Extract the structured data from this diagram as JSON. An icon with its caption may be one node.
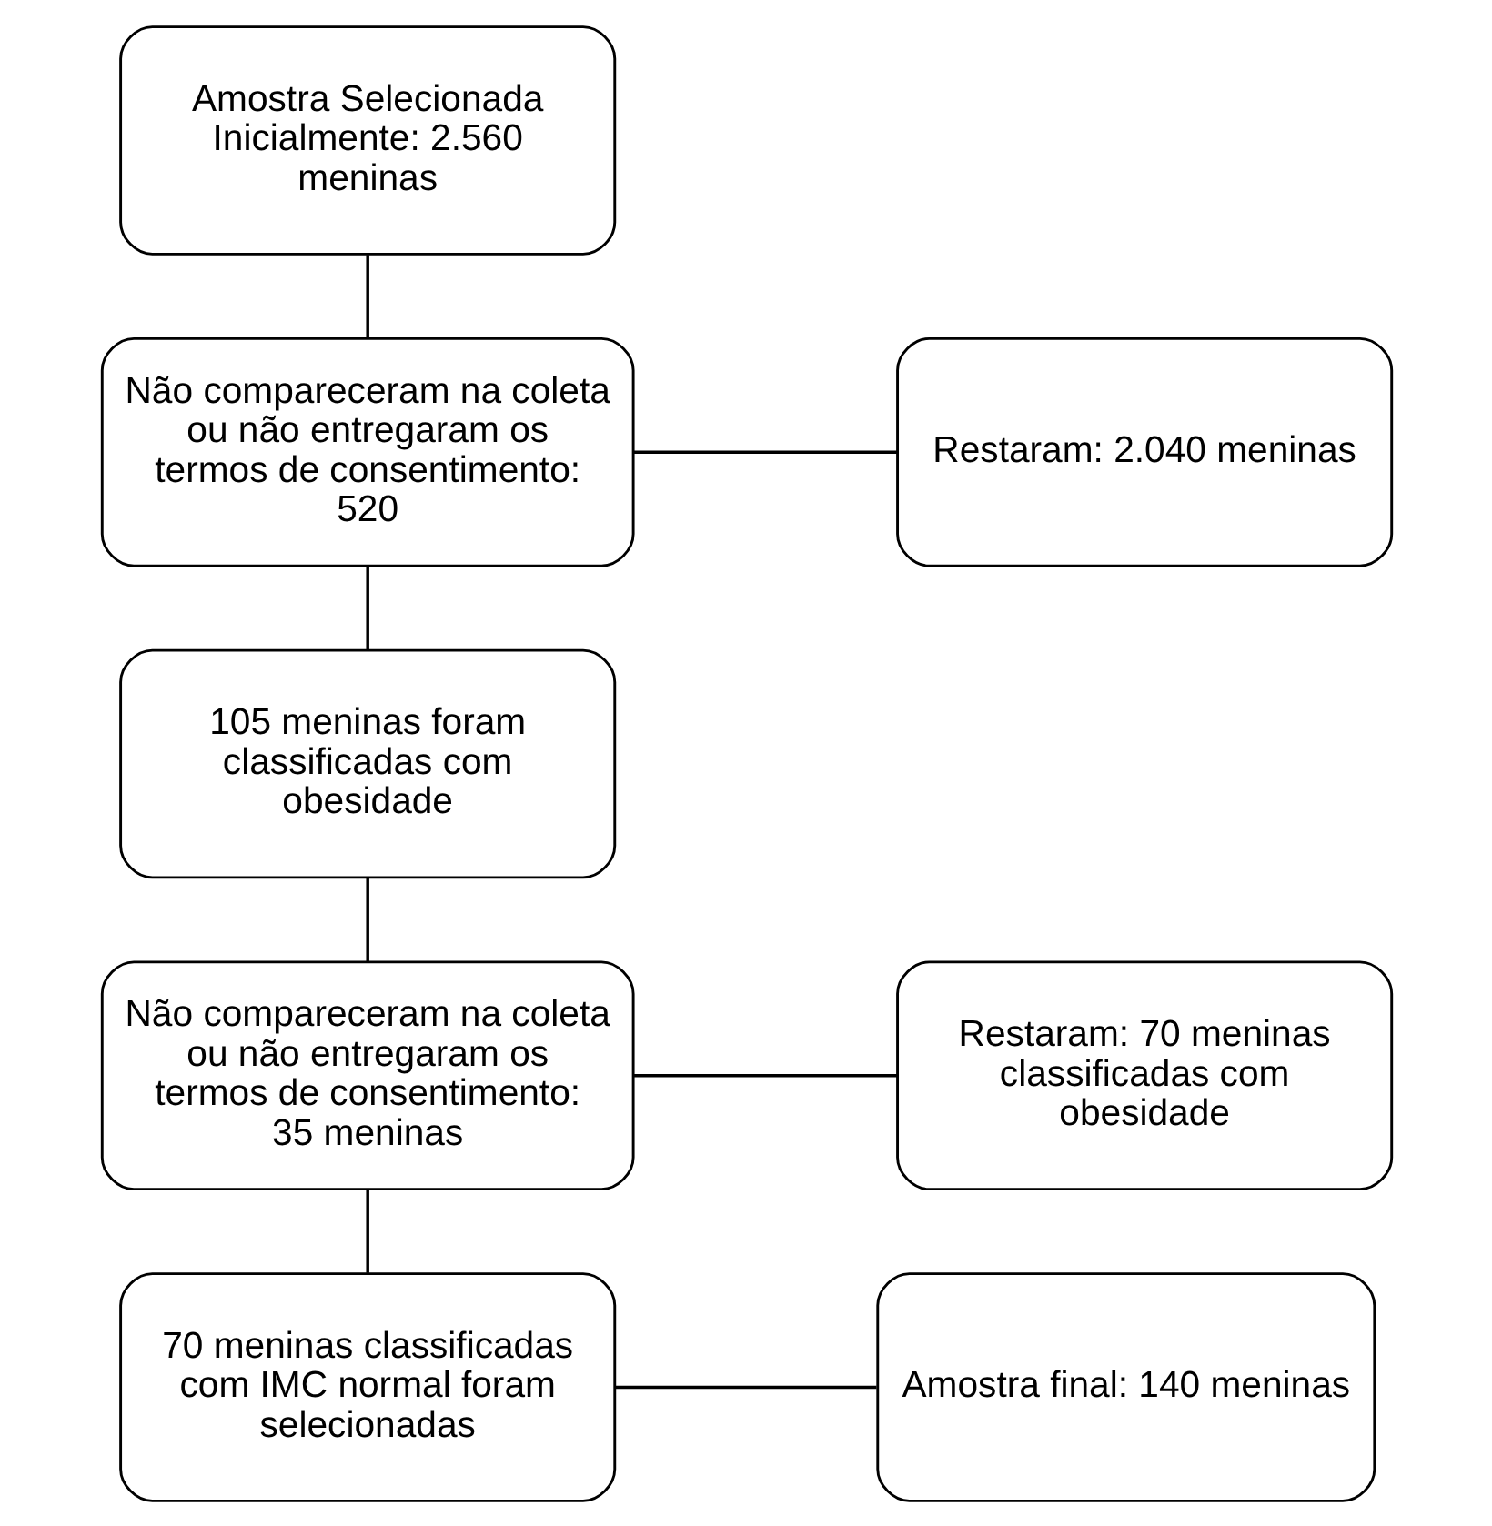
{
  "diagram": {
    "nodes": [
      {
        "text": [
          "Amostra Selecionada Inicialmente: 2.560 meninas"
        ]
      },
      {
        "text": [
          "Não compareceram na coleta ou não entregaram os termos de consentimento: 520"
        ]
      },
      {
        "text": [
          "Restaram: 2.040 meninas"
        ]
      },
      {
        "text": [
          "105 meninas foram classificadas com obesidade"
        ]
      },
      {
        "text": [
          "Não compareceram na coleta ou não entregaram os termos de consentimento: 35 meninas"
        ]
      },
      {
        "text": [
          "Restaram: 70 meninas classificadas com obesidade"
        ]
      },
      {
        "text": [
          "70 meninas classificadas com IMC normal foram selecionadas"
        ]
      },
      {
        "text": [
          "Amostra final: 140 meninas"
        ]
      }
    ],
    "edges": [
      {
        "from": 0,
        "to": 1,
        "arrow": "none"
      },
      {
        "from": 1,
        "to": 2,
        "arrow": "none"
      },
      {
        "from": 1,
        "to": 3,
        "arrow": "none"
      },
      {
        "from": 3,
        "to": 4,
        "arrow": "none"
      },
      {
        "from": 4,
        "to": 5,
        "arrow": "none"
      },
      {
        "from": 4,
        "to": 6,
        "arrow": "none"
      },
      {
        "from": 6,
        "to": 7,
        "arrow": "none"
      }
    ]
  }
}
